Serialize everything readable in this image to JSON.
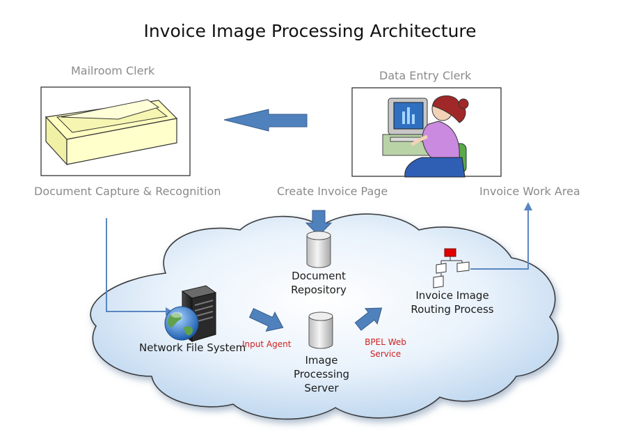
{
  "title": "Invoice Image Processing Architecture",
  "roles": {
    "mailroom": "Mailroom Clerk",
    "data_entry": "Data Entry Clerk"
  },
  "steps": {
    "capture": "Document Capture & Recognition",
    "create_invoice": "Create Invoice Page",
    "work_area": "Invoice Work Area"
  },
  "components": {
    "repository": [
      "Document",
      "Repository"
    ],
    "file_system": "Network File System",
    "image_server": [
      "Image",
      "Processing",
      "Server"
    ],
    "routing": [
      "Invoice Image",
      "Routing Process"
    ]
  },
  "connectors": {
    "input_agent": "Input Agent",
    "bpel": [
      "BPEL Web",
      "Service"
    ]
  },
  "colors": {
    "arrow_fill": "#4f81bd",
    "arrow_stroke": "#385d8a",
    "line": "#5a86c0",
    "label_red": "#d02020",
    "label_gray": "#8a8a8a",
    "cloud_fill": "#dceaf7",
    "scanner_fill": "#ffffc0"
  },
  "icons": [
    "scanner-icon",
    "computer-user-icon",
    "server-tower-icon",
    "globe-icon",
    "database-cylinder-icon",
    "org-chart-icon"
  ]
}
